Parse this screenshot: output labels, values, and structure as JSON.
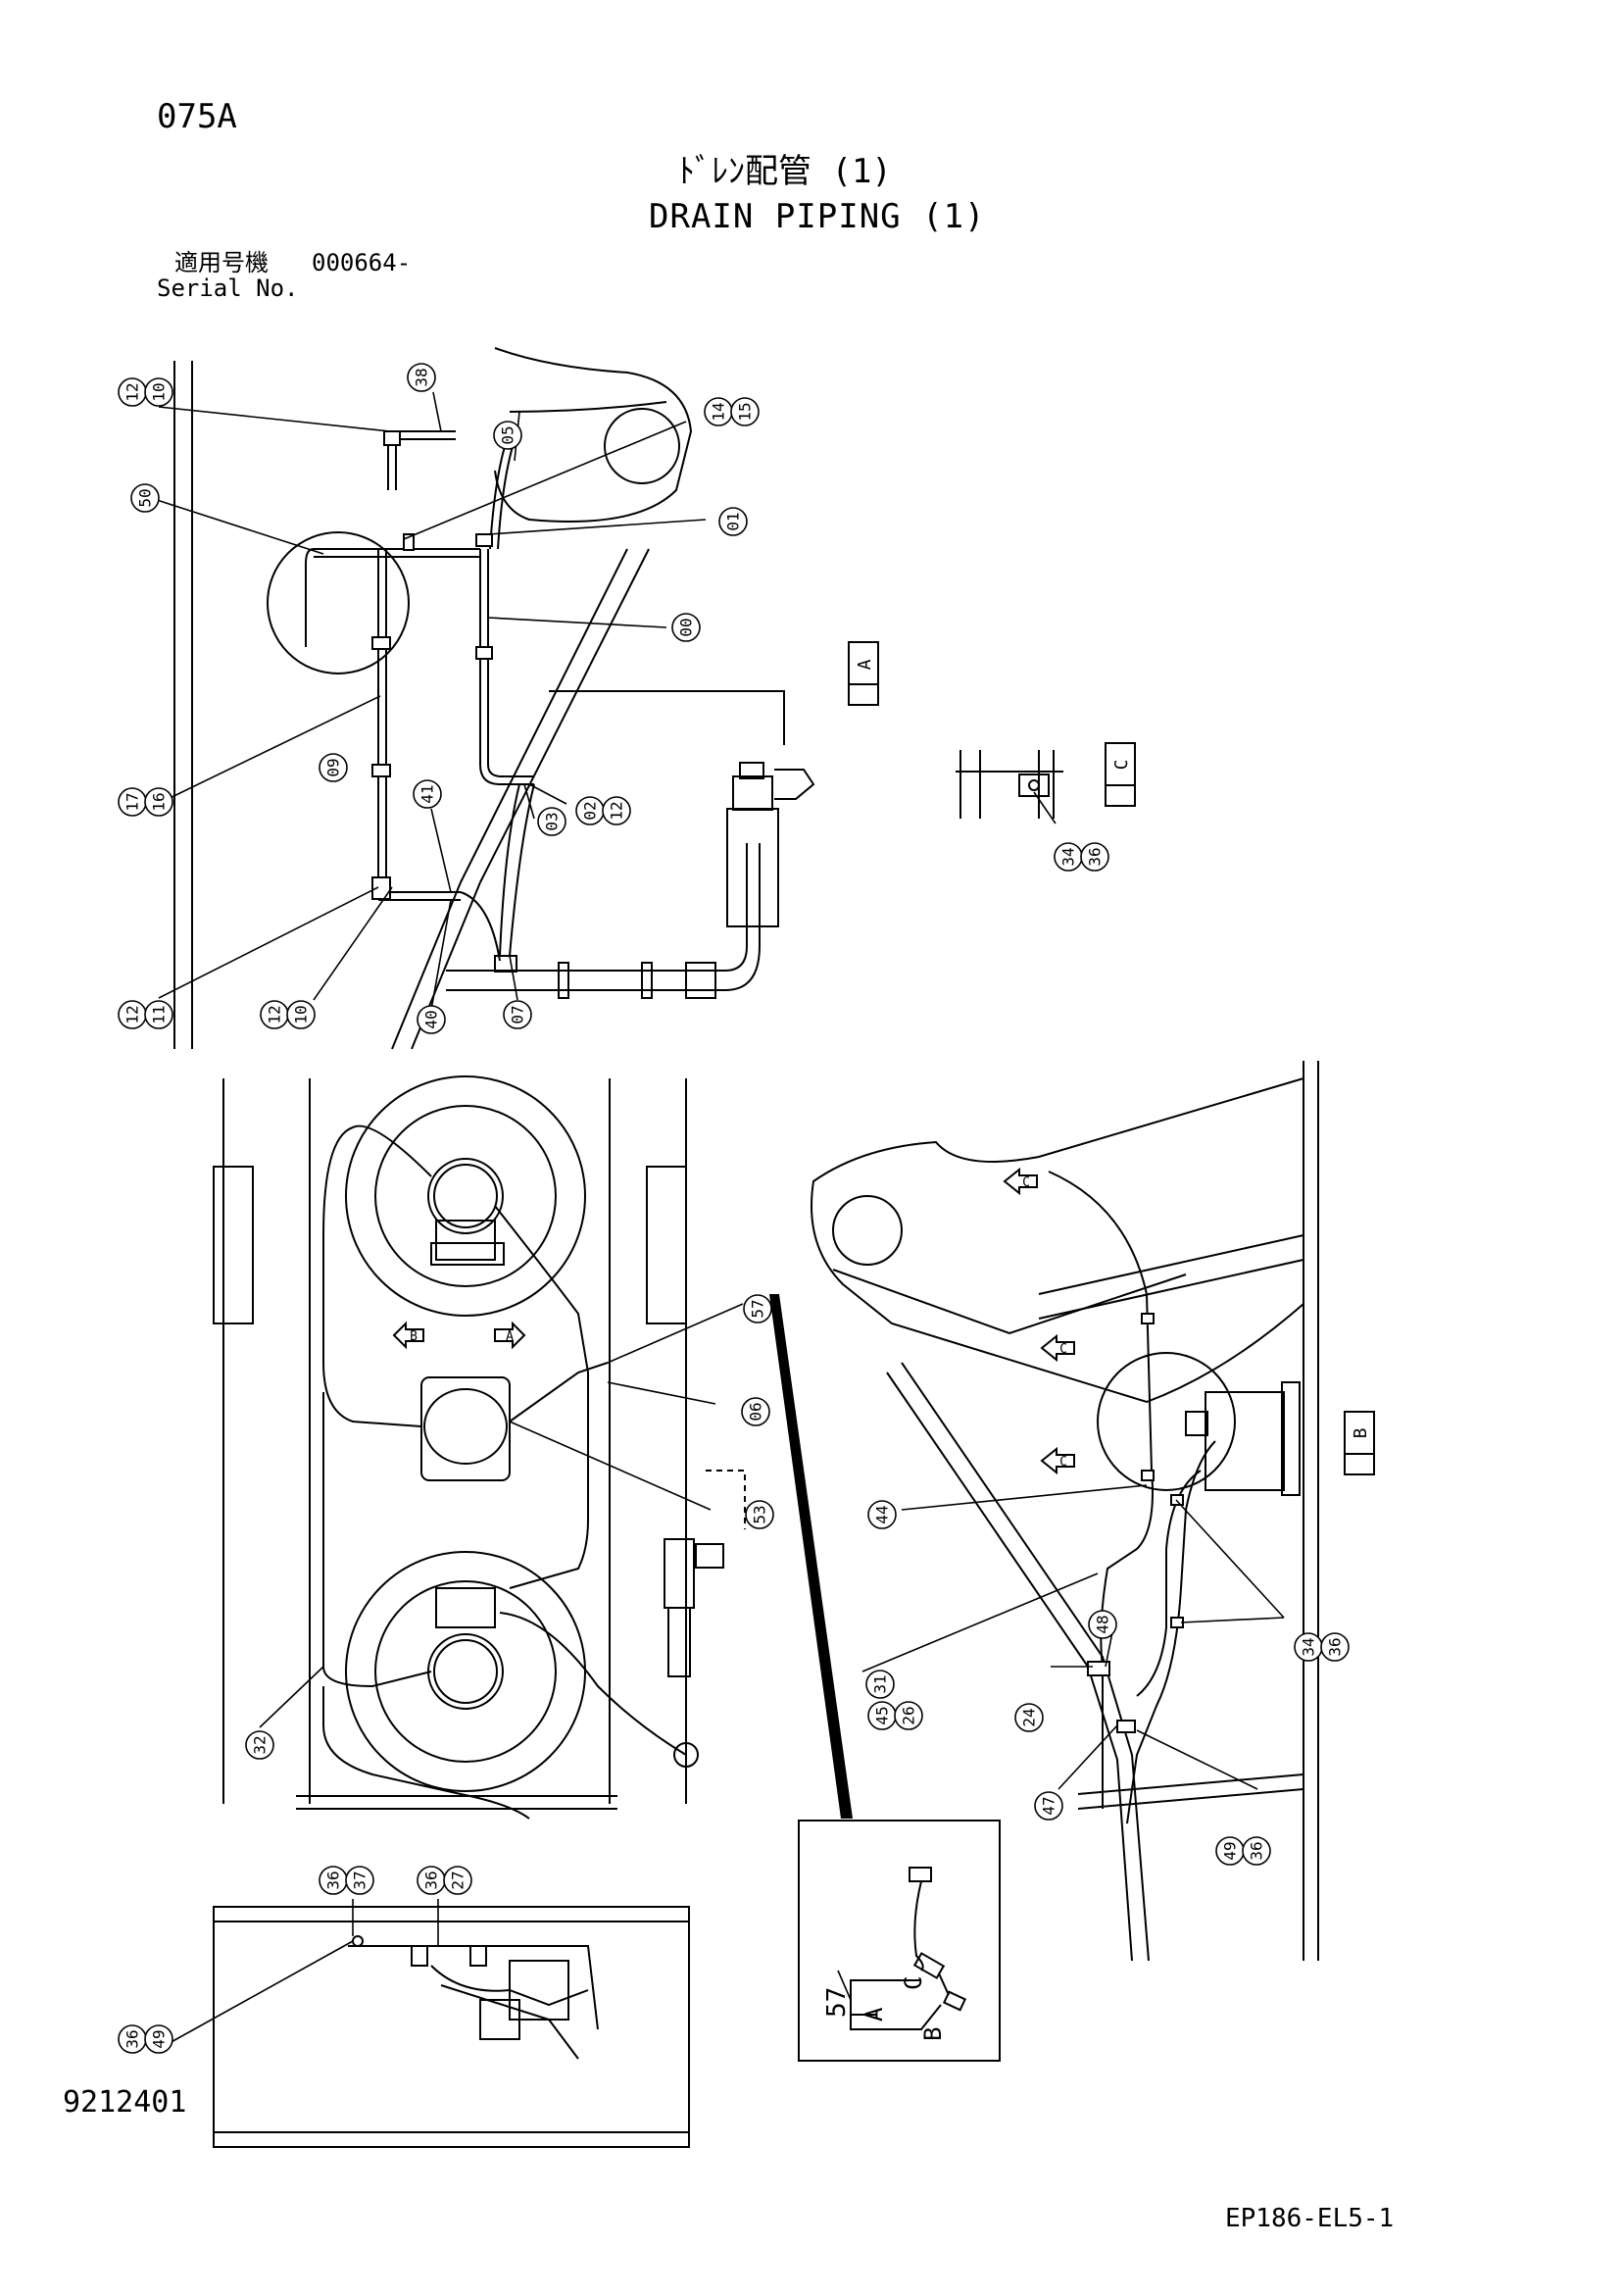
{
  "header": {
    "page_code": "075A",
    "title_jp": "ﾄﾞﾚﾝ配管 (1)",
    "title_en": "DRAIN PIPING (1)",
    "serial_label_jp": "適用号機",
    "serial_value": "000664-",
    "serial_label_en": "Serial No."
  },
  "footer": {
    "drawing_number": "9212401",
    "sheet_code": "EP186-EL5-1"
  },
  "callouts": {
    "c12a": "12",
    "c10a": "10",
    "c38": "38",
    "c05": "05",
    "c14": "14",
    "c15": "15",
    "c50": "50",
    "c01": "01",
    "c00": "00",
    "c17": "17",
    "c16": "16",
    "c09": "09",
    "c41": "41",
    "c02": "02",
    "c12b": "12",
    "c03": "03",
    "c07": "07",
    "c40": "40",
    "c12c": "12",
    "c11": "11",
    "c12d": "12",
    "c10b": "10",
    "c34a": "34",
    "c36a": "36",
    "c57": "57",
    "c06": "06",
    "c53": "53",
    "c32": "32",
    "c44": "44",
    "c48": "48",
    "c31": "31",
    "c45": "45",
    "c26": "26",
    "c24": "24",
    "c47": "47",
    "c49a": "49",
    "c36b": "36",
    "c34b": "34",
    "c36c": "36",
    "c36d": "36",
    "c37": "37",
    "c36e": "36",
    "c27": "27",
    "c36f": "36",
    "c49b": "49"
  },
  "views": {
    "view_a_letter": "A",
    "view_b_letter": "B",
    "view_c_letter": "C",
    "arrow_b": "B",
    "arrow_a": "A",
    "arrow_c1": "C",
    "arrow_c2": "C",
    "arrow_c3": "C"
  },
  "detail": {
    "part_no": "57",
    "label_a": "A",
    "label_b": "B",
    "label_c": "C"
  }
}
